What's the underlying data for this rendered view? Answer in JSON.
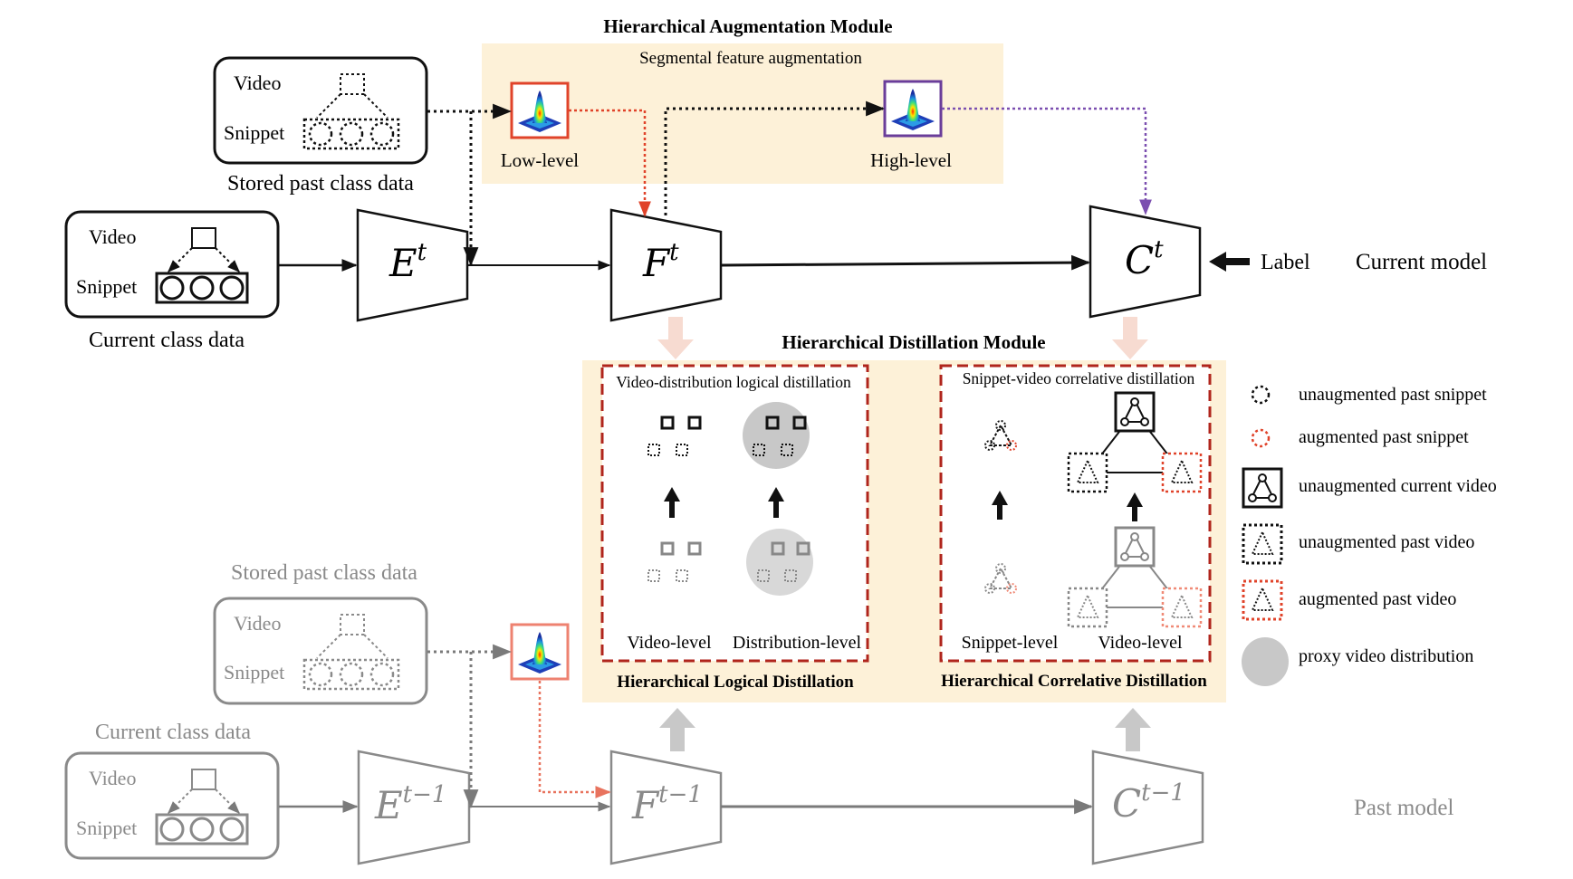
{
  "titles": {
    "augmentation_module": "Hierarchical Augmentation Module",
    "segmental_augmentation": "Segmental feature augmentation",
    "distillation_module": "Hierarchical Distillation Module",
    "logical_distillation": "Hierarchical Logical Distillation",
    "correlative_distillation": "Hierarchical Correlative Distillation"
  },
  "augmentation": {
    "low_level": "Low-level",
    "high_level": "High-level"
  },
  "data_boxes": {
    "video": "Video",
    "snippet": "Snippet",
    "stored_past": "Stored past class data",
    "current": "Current class data"
  },
  "current_model": {
    "encoder": "E",
    "fusion": "F",
    "classifier": "C",
    "superscript": "t",
    "label": "Label",
    "name": "Current model"
  },
  "past_model": {
    "encoder": "E",
    "fusion": "F",
    "classifier": "C",
    "superscript": "t−1",
    "name": "Past model"
  },
  "logical_panel": {
    "title": "Video-distribution logical distillation",
    "video_level": "Video-level",
    "distribution_level": "Distribution-level"
  },
  "correlative_panel": {
    "title": "Snippet-video correlative distillation",
    "snippet_level": "Snippet-level",
    "video_level": "Video-level"
  },
  "legend": {
    "items": [
      {
        "label": "unaugmented past snippet"
      },
      {
        "label": "augmented past snippet"
      },
      {
        "label": "unaugmented current video"
      },
      {
        "label": "unaugmented past video"
      },
      {
        "label": "augmented past video"
      },
      {
        "label": "proxy video distribution"
      }
    ]
  },
  "colors": {
    "panel_fill": "#fdf1d8",
    "dashed_border": "#b0251c",
    "low_level_border": "#e0432a",
    "high_level_border": "#6a3d9a",
    "past_gray": "#8a8a8a",
    "arrow_pink": "#f7dbd1",
    "arrow_gray": "#c8c8c8",
    "red_dots": "#e0432a",
    "purple_dots": "#7b4fb0"
  }
}
